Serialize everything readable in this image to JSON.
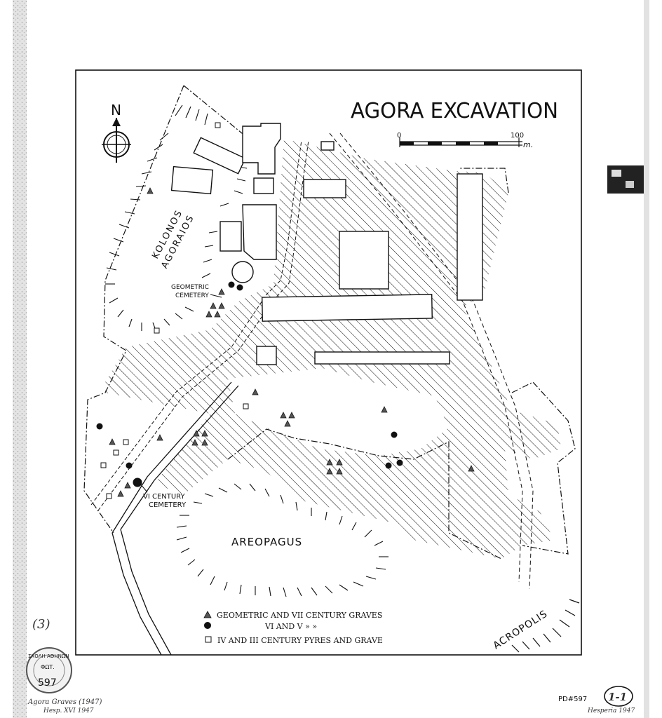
{
  "map": {
    "title": "AGORA EXCAVATION",
    "north": "N",
    "scale": {
      "start": "0",
      "end": "100",
      "unit": "m."
    },
    "labels": {
      "kolonos_line1": "KOLONOS",
      "kolonos_line2": "AGORAIOS",
      "geometric_line1": "GEOMETRIC",
      "geometric_line2": "CEMETERY",
      "sixth_line1": "VI CENTURY",
      "sixth_line2": "CEMETERY",
      "areopagus": "AREOPAGUS",
      "acropolis": "ACROPOLIS"
    },
    "legend": [
      {
        "symbol": "triangle",
        "text": "GEOMETRIC AND VII CENTURY GRAVES"
      },
      {
        "symbol": "dot",
        "text": "VI AND V      »      »"
      },
      {
        "symbol": "square",
        "text": "IV AND III CENTURY PYRES AND GRAVE"
      }
    ]
  },
  "annotations": {
    "stamp_top": "ΣΧΟΛΗ ΑΘΗΝΩΝ",
    "stamp_middle": "ΦΩΤ.",
    "stamp_number": "597",
    "margin_note_left": "(3)",
    "bottom_note_left": "Agora Graves (1947)",
    "bottom_note_left2": "Hesp. XVI 1947",
    "ref_number": "PD#597",
    "ref_circle": "1-1",
    "bottom_note_right": "Hesperia 1947"
  },
  "colors": {
    "ink": "#111111",
    "paper": "#ffffff",
    "margin": "#d8d8d8"
  }
}
